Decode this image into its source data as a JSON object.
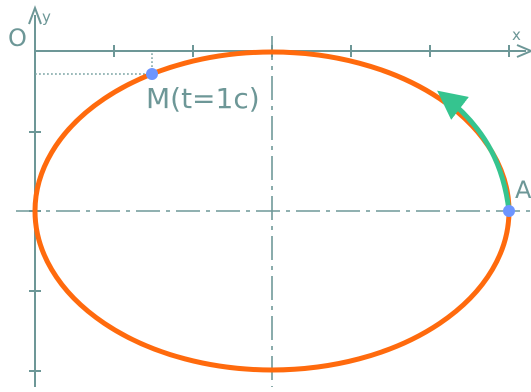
{
  "labels": {
    "origin": "O",
    "y_axis": "y",
    "x_axis": "x",
    "point_m": "M(t=1c)",
    "point_a": "A"
  },
  "colors": {
    "axis": "#6d9797",
    "ellipse": "#ff6a0d",
    "arrow": "#35c48f",
    "point": "#6d95ff",
    "guide": "#7aa3a3"
  }
}
